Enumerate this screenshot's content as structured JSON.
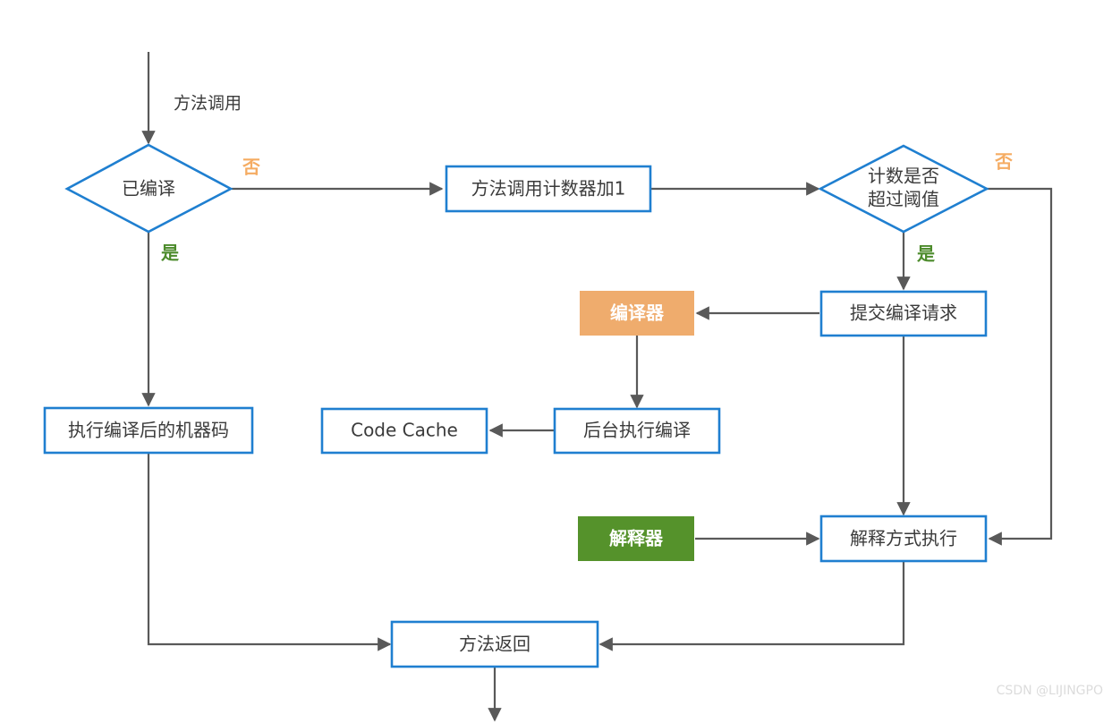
{
  "diagram": {
    "title_text": "",
    "colors": {
      "node_border": "#1f7fd0",
      "node_fill": "#ffffff",
      "edge": "#595959",
      "text": "#3b3b3b",
      "compiler_fill": "#efac6d",
      "interpreter_fill": "#55922b",
      "label_no": "#f5ac63",
      "label_yes": "#4c8b2b",
      "watermark": "#dcdcdc"
    },
    "nodes": {
      "is_compiled": "已编译",
      "counter_increment": "方法调用计数器加1",
      "threshold_check_line1": "计数是否",
      "threshold_check_line2": "超过阈值",
      "submit_compile_request": "提交编译请求",
      "compiler": "编译器",
      "background_compile": "后台执行编译",
      "code_cache": "Code Cache",
      "execute_machine_code": "执行编译后的机器码",
      "interpreter": "解释器",
      "interpreted_execution": "解释方式执行",
      "method_return": "方法返回"
    },
    "edge_labels": {
      "method_call": "方法调用",
      "compiled_no": "否",
      "compiled_yes": "是",
      "threshold_no": "否",
      "threshold_yes": "是"
    },
    "watermark": "CSDN @LIJINGPO"
  }
}
